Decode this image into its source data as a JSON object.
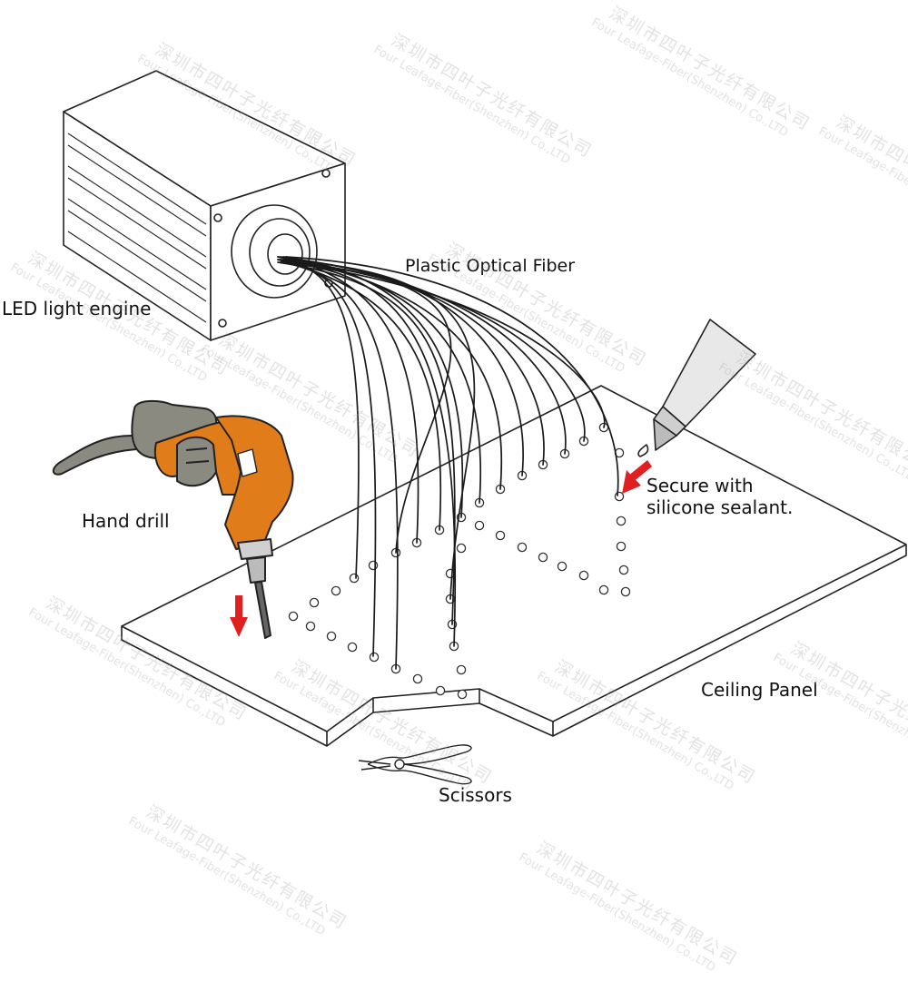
{
  "labels": {
    "led_engine": "LED light engine",
    "fiber": "Plastic Optical Fiber",
    "hand_drill": "Hand drill",
    "ceiling_panel": "Ceiling Panel",
    "scissors": "Scissors",
    "secure_line1": "Secure with",
    "secure_line2": "silicone sealant."
  },
  "watermark": {
    "cn": "深圳市四叶子光纤有限公司",
    "en": "Four Leafage-Fiber(Shenzhen) Co.,LTD"
  },
  "colors": {
    "line": "#222222",
    "fiber": "#1a1a1a",
    "arrow": "#e02020",
    "drill_body": "#e07d1a",
    "hand": "#8a8a80"
  }
}
